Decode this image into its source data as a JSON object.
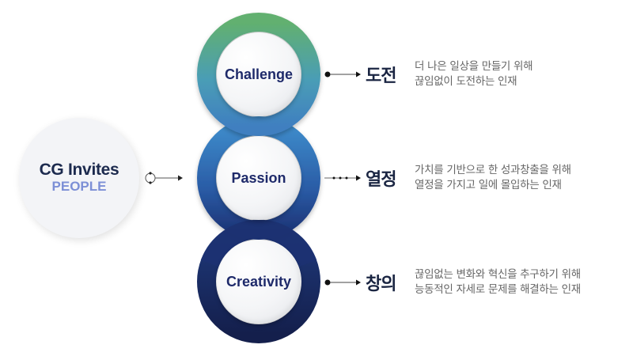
{
  "hub": {
    "title": "CG Invites",
    "subtitle": "PEOPLE"
  },
  "values": [
    {
      "label": "Challenge",
      "korean_title": "도전",
      "description": [
        "더 나은 일상을 만들기 위해",
        "끊임없이 도전하는 인재"
      ],
      "ring_colors": [
        "#5fae72",
        "#4a8fc0"
      ],
      "connector": "dot-arrow"
    },
    {
      "label": "Passion",
      "korean_title": "열정",
      "description": [
        "가치를 기반으로 한 성과창출을 위해",
        "열정을 가지고 일에 몰입하는 인재"
      ],
      "ring_colors": [
        "#3f86c6",
        "#1f3f86"
      ],
      "connector": "dotted-arrow"
    },
    {
      "label": "Creativity",
      "korean_title": "창의",
      "description": [
        "끊임없는 변화와 혁신을 추구하기 위해",
        "능동적인 자세로 문제를 해결하는 인재"
      ],
      "ring_colors": [
        "#1f3a7c",
        "#141f4c"
      ],
      "connector": "dot-arrow"
    }
  ],
  "colors": {
    "title_text": "#1c2a4e",
    "accent_text": "#7c8fd6",
    "label_text": "#1e2a6a",
    "desc_text": "#666666"
  }
}
